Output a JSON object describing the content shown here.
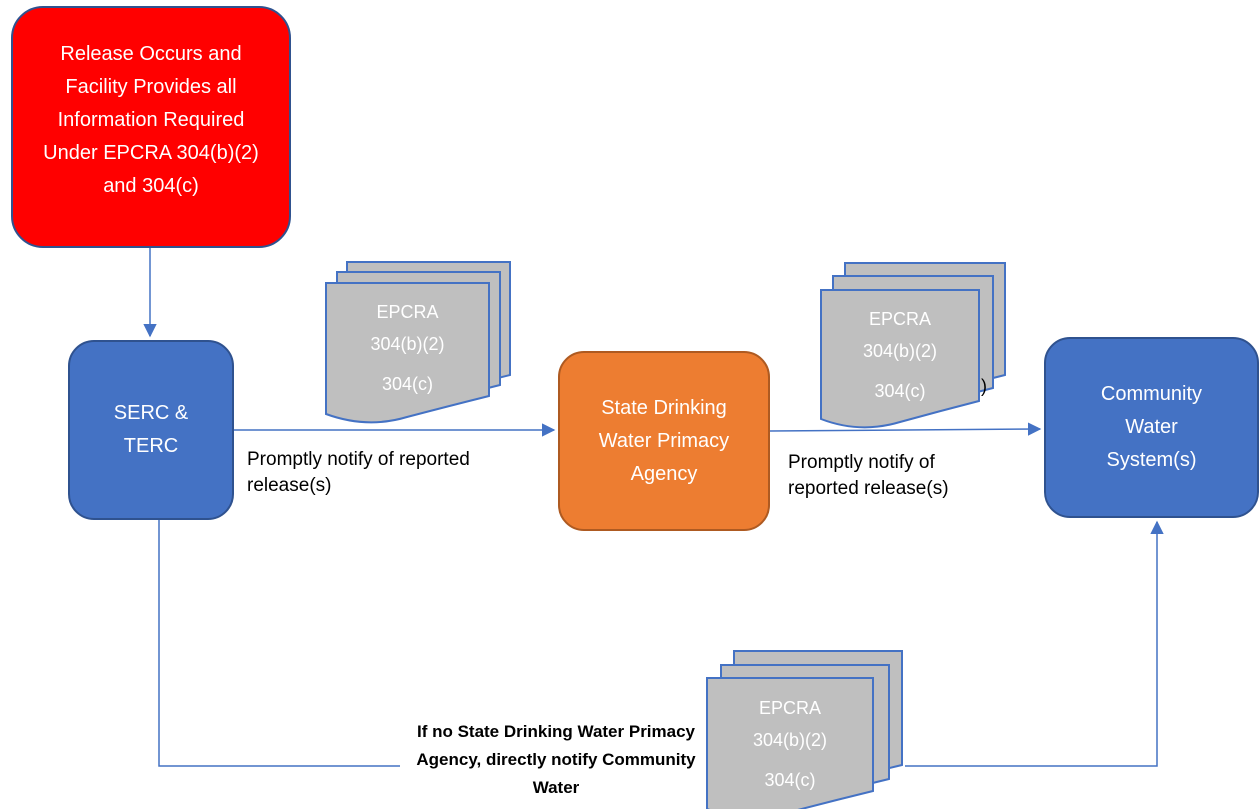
{
  "nodes": {
    "release": "Release Occurs and Facility Provides all Information Required Under EPCRA 304(b)(2) and 304(c)",
    "serc_terc": "SERC & TERC",
    "state_agency": "State Drinking Water Primacy Agency",
    "community": "Community Water System(s)"
  },
  "edges": {
    "serc_to_state": "Promptly notify of reported release(s)",
    "state_to_community": "Promptly notify of reported release(s)",
    "direct": "If no State Drinking Water Primacy Agency, directly notify Community Water"
  },
  "documents": {
    "doc1": {
      "line1": "EPCRA",
      "line2": "304(b)(2)",
      "line3": "304(c)"
    },
    "doc2": {
      "line1": "EPCRA",
      "line2": "304(b)(2)",
      "line3": "304(c)",
      "back_text": ")"
    },
    "doc3": {
      "line1": "EPCRA",
      "line2": "304(b)(2)",
      "line3": "304(c)"
    }
  },
  "colors": {
    "release_fill": "#ff0000",
    "blue_fill": "#4472c4",
    "orange_fill": "#ed7d31",
    "document_fill": "#bfbfbf",
    "connector": "#4472c4"
  }
}
